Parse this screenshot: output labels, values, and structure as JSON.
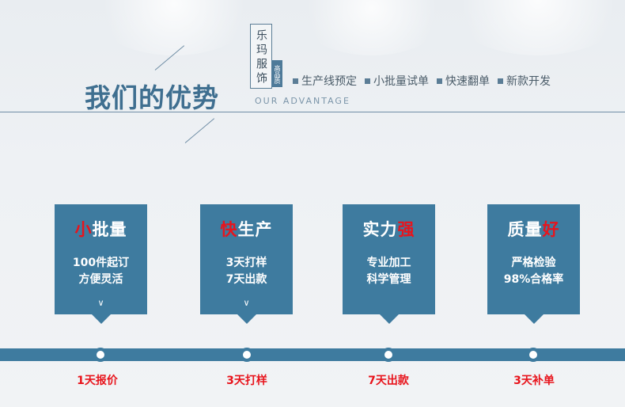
{
  "brand": {
    "name": "乐玛服饰",
    "seal": "高品质"
  },
  "title": "我们的优势",
  "subtitle": "OUR ADVANTAGE",
  "tags": [
    "生产线预定",
    "小批量试单",
    "快速翻单",
    "新款开发"
  ],
  "cards": [
    {
      "head_highlight": "小",
      "head_rest": "批量",
      "line1": "100件起订",
      "line2": "方便灵活",
      "chevron": "∨"
    },
    {
      "head_highlight": "快",
      "head_rest": "生产",
      "line1": "3天打样",
      "line2": "7天出款",
      "chevron": "∨"
    },
    {
      "head_pre": "实力",
      "head_highlight": "强",
      "line1": "专业加工",
      "line2": "科学管理"
    },
    {
      "head_pre": "质量",
      "head_highlight": "好",
      "line1": "严格检验",
      "line2": "98%合格率"
    }
  ],
  "milestones": [
    "1天报价",
    "3天打样",
    "7天出款",
    "3天补单"
  ]
}
